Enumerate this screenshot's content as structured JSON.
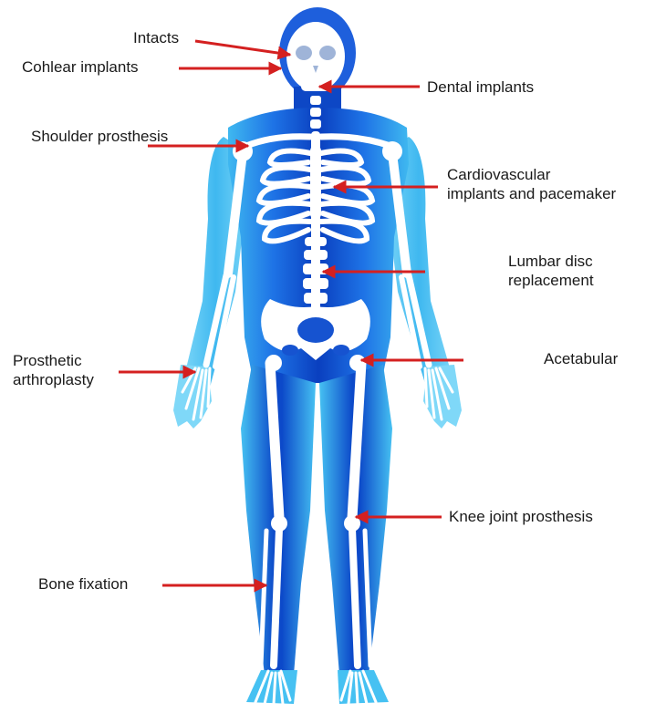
{
  "labels": {
    "intacts": "Intacts",
    "cochlear": "Cohlear implants",
    "dental": "Dental implants",
    "shoulder": "Shoulder prosthesis",
    "cardio_1": "Cardiovascular",
    "cardio_2": "implants and pacemaker",
    "lumbar_1": "Lumbar disc",
    "lumbar_2": "replacement",
    "prosthetic_1": "Prosthetic",
    "prosthetic_2": "arthroplasty",
    "acetabular": "Acetabular",
    "knee": "Knee joint prosthesis",
    "bone": "Bone fixation"
  },
  "colors": {
    "arrow": "#d42020",
    "body_dark": "#0a3fbf",
    "body_mid": "#1e73e6",
    "body_light": "#3fb8f0",
    "bone": "#ffffff"
  }
}
